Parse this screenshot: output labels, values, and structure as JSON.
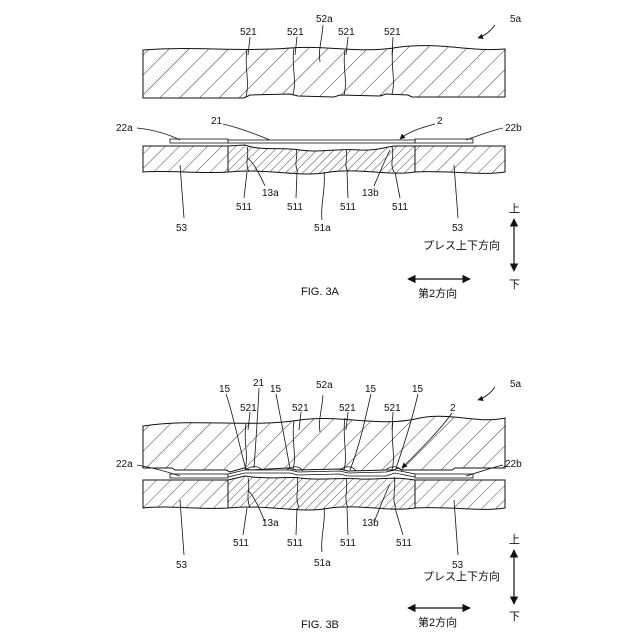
{
  "figures": [
    {
      "caption": "FIG. 3A",
      "labels": {
        "ref_5a": "5a",
        "upper_die": "52a",
        "upper_protrusions": [
          "521",
          "521",
          "521",
          "521"
        ],
        "plate": "2",
        "film": "21",
        "pad_left": "22a",
        "pad_right": "22b",
        "recess_left": "13a",
        "recess_right": "13b",
        "lower_protrusions": [
          "511",
          "511",
          "511",
          "511"
        ],
        "lower_die": "51a",
        "support_left": "53",
        "support_right": "53"
      },
      "axes": {
        "vertical_up": "上",
        "vertical_down": "下",
        "vertical_label": "プレス上下方向",
        "horizontal_label": "第2方向"
      }
    },
    {
      "caption": "FIG. 3B",
      "labels": {
        "ref_5a": "5a",
        "upper_die": "52a",
        "deformations": [
          "15",
          "15",
          "15",
          "15"
        ],
        "film": "21",
        "upper_protrusions": [
          "521",
          "521",
          "521",
          "521"
        ],
        "plate": "2",
        "pad_left": "22a",
        "pad_right": "22b",
        "recess_left": "13a",
        "recess_right": "13b",
        "lower_protrusions": [
          "511",
          "511",
          "511",
          "511"
        ],
        "lower_die": "51a",
        "support_left": "53",
        "support_right": "53"
      },
      "axes": {
        "vertical_up": "上",
        "vertical_down": "下",
        "vertical_label": "プレス上下方向",
        "horizontal_label": "第2方向"
      }
    }
  ]
}
